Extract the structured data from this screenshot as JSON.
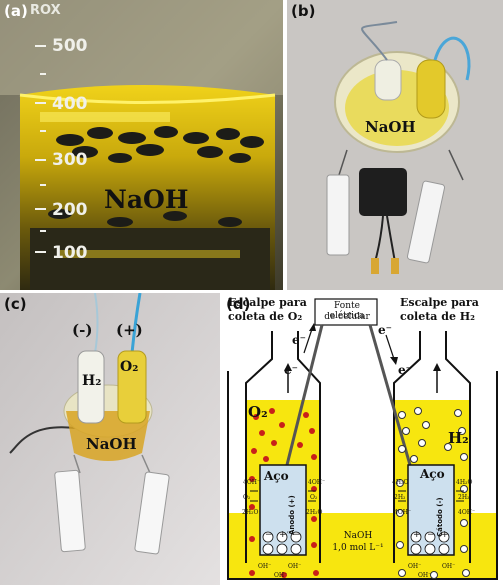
{
  "panels": {
    "a": {
      "label": "(a)",
      "solution_label": "NaOH",
      "beaker_top": "ROX",
      "scale": [
        "500",
        "400",
        "300",
        "200",
        "100"
      ]
    },
    "b": {
      "label": "(b)",
      "solution_label": "NaOH"
    },
    "c": {
      "label": "(c)",
      "solution_label": "NaOH",
      "minus_label": "(-)",
      "plus_label": "(+)",
      "h2_label": "H₂",
      "o2_label": "O₂"
    },
    "d": {
      "label": "(d)",
      "left_title_line1": "Escalpe para",
      "left_title_line2": "coleta de O₂",
      "right_title_line1": "Escalpe para",
      "right_title_line2": "coleta de H₂",
      "power_line1": "Fonte elétrica",
      "power_line2": "de celular",
      "electron": "e⁻",
      "o2": "O₂",
      "h2": "H₂",
      "steel": "Aço",
      "anode": "Ânodo (+)",
      "cathode": "Cátodo (-)",
      "oh4": "4OH⁻",
      "o2_small": "O₂",
      "h2o2": "2H₂O",
      "h2o4": "4H₂O",
      "h2_2": "2H₂",
      "electrolyte_line1": "NaOH",
      "electrolyte_line2": "1,0 mol L⁻¹",
      "ohm": "OH⁻",
      "minus": "−",
      "plus": "+"
    }
  }
}
